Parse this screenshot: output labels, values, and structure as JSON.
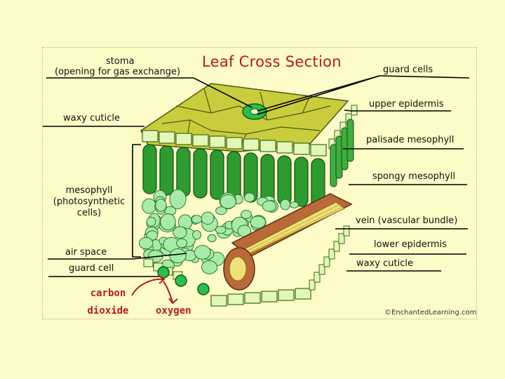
{
  "title": "Leaf Cross Section",
  "labels": {
    "stoma": "stoma",
    "stoma_desc": "(opening for gas exchange)",
    "waxy_cuticle_top": "waxy cuticle",
    "mesophyll_1": "mesophyll",
    "mesophyll_2": "(photosynthetic",
    "mesophyll_3": "cells)",
    "air_space": "air space",
    "guard_cell": "guard cell",
    "guard_cells": "guard cells",
    "upper_epidermis": "upper epidermis",
    "palisade_mesophyll": "palisade mesophyll",
    "spongy_mesophyll": "spongy mesophyll",
    "vein": "vein (vascular bundle)",
    "lower_epidermis": "lower epidermis",
    "waxy_cuticle_bottom": "waxy cuticle"
  },
  "gases": {
    "carbon_1": "carbon",
    "carbon_2": "dioxide",
    "oxygen": "oxygen"
  },
  "credit": "©EnchantedLearning.com",
  "colors": {
    "background": "#fdfbc8",
    "title": "#b51c1c",
    "cuticle": "#c9cc3c",
    "palisade": "#2f9a2f",
    "spongy": "#a8eaa8",
    "vein_outer": "#b9693a",
    "vein_inner": "#f0e07a"
  }
}
